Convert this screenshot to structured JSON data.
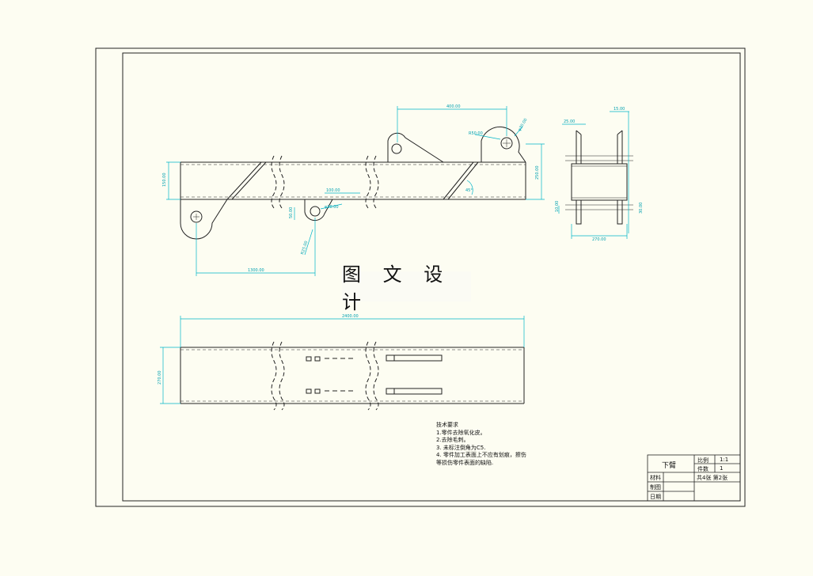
{
  "watermark": "图 文 设 计",
  "dimensions": {
    "top_width": "400.00",
    "top_height_right": "250.00",
    "top_height_left": "150.00",
    "bottom_span": "1300.00",
    "lug_spacing": "100.00",
    "lug_height": "50.00",
    "angle": "45°",
    "lug_radius": "R50.00",
    "lug_hole": "φ30.00",
    "lug_tip": "R25.00",
    "side_top_a": "25.00",
    "side_top_b": "15.00",
    "side_left": "10.00",
    "side_right": "30.00",
    "side_bottom": "270.00",
    "plan_length": "2400.00",
    "plan_width": "270.00"
  },
  "notes": {
    "title": "技术要求",
    "lines": [
      "1.零件去除氧化皮。",
      "2.去除毛刺。",
      "3. 未标注倒角为C5.",
      "4. 零件加工表面上不应有划痕，擦伤",
      "等损伤零件表面的缺陷."
    ]
  },
  "title_block": {
    "part_name": "下臂",
    "scale_label": "比例",
    "scale_value": "1:1",
    "qty_label": "件数",
    "qty_value": "1",
    "material_label": "材料",
    "sheets": "共4张  第2张",
    "drawn_label": "制图",
    "date_label": "日期"
  }
}
